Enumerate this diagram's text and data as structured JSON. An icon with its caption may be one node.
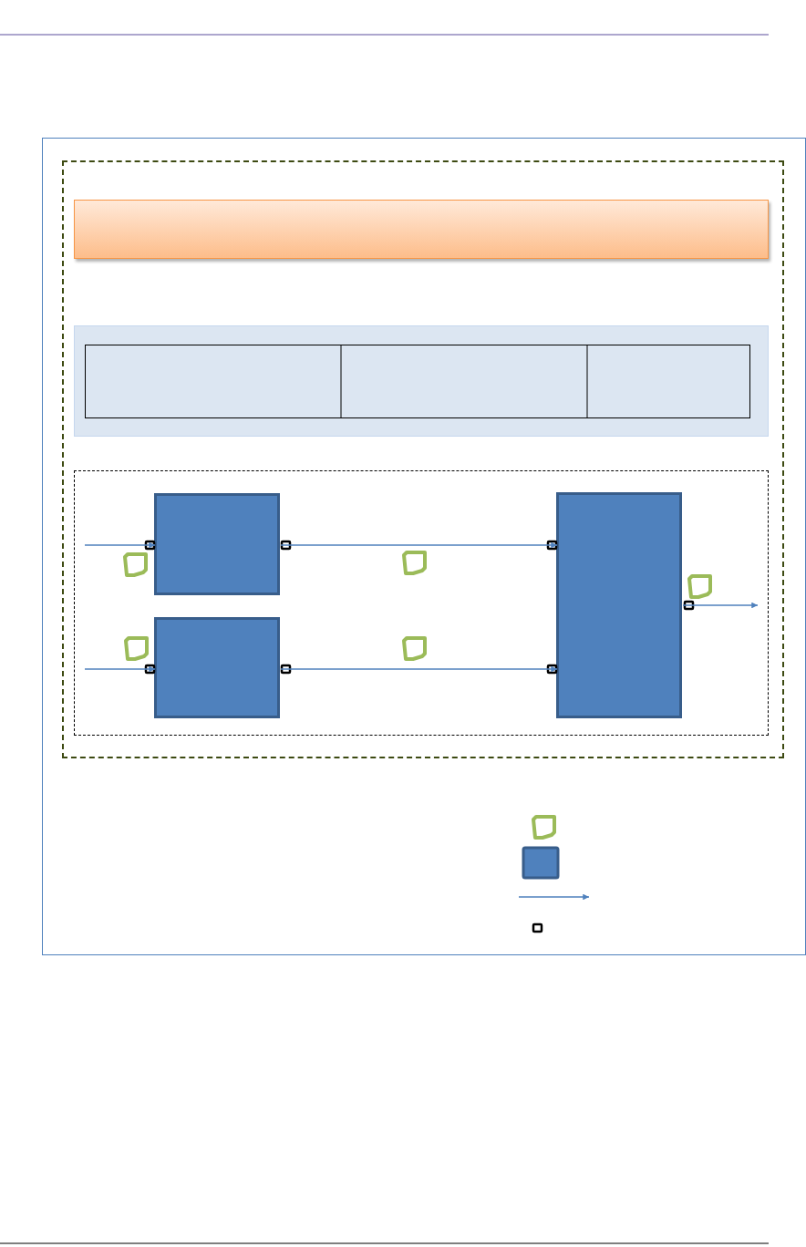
{
  "diagram": {
    "nodes": [
      {
        "text": [],
        "shape": "box"
      },
      {
        "text": [],
        "shape": "box",
        "in": 0
      },
      {
        "text": [],
        "shape": "bar",
        "in": 1
      },
      {
        "text": [],
        "shape": "box",
        "in": 1
      },
      {
        "text": [],
        "shape": "box",
        "in": 1
      },
      {
        "text": [],
        "shape": "box",
        "in": 4
      },
      {
        "text": [],
        "shape": "box",
        "in": 4
      },
      {
        "text": [],
        "shape": "box",
        "in": 4
      }
    ],
    "edges": [
      {
        "from": null,
        "to": 5,
        "arrow": "to"
      },
      {
        "from": null,
        "to": 6,
        "arrow": "to"
      },
      {
        "from": 5,
        "to": 7,
        "arrow": "to"
      },
      {
        "from": 6,
        "to": 7,
        "arrow": "to"
      },
      {
        "from": 7,
        "to": null,
        "arrow": "to"
      }
    ]
  }
}
